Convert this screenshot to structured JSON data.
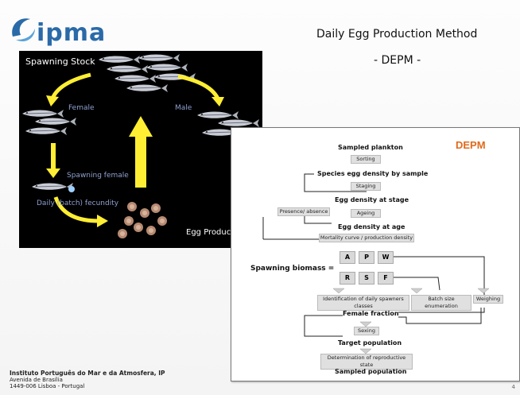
{
  "logo": {
    "text": "ipma"
  },
  "header": {
    "title": "Daily Egg Production Method",
    "subtitle": "- DEPM -"
  },
  "left_panel": {
    "spawning_stock": "Spawning Stock",
    "female": "Female",
    "male": "Male",
    "spawning_female": "Spawning female",
    "fecundity": "Daily (batch) fecundity",
    "egg_production": "Egg Production"
  },
  "right_panel": {
    "depm": "DEPM",
    "sampled_plankton": "Sampled plankton",
    "sorting": "Sorting",
    "species_egg_density": "Species egg density by sample",
    "staging": "Staging",
    "egg_density_stage": "Egg density at stage",
    "presence_absence": "Presence/ absence",
    "ageing": "Ageing",
    "egg_density_age": "Egg density at age",
    "mortality": "Mortality curve / production density",
    "spawning_biomass": "Spawning biomass  =",
    "letters_top": [
      "A",
      "P",
      "W"
    ],
    "letters_bottom": [
      "R",
      "S",
      "F"
    ],
    "identification": "Identification of daily spawners classes",
    "batch_size": "Batch size enumeration",
    "weighing": "Weighing",
    "female_fraction": "Female fraction",
    "sexing": "Sexing",
    "target_population": "Target population",
    "determination": "Determination of reproductive state",
    "sampled_population": "Sampled population"
  },
  "footer": {
    "institute": "Instituto Português do Mar e da Atmosfera, IP",
    "address1": "Avenida de Brasília",
    "address2": "1449-006 Lisboa - Portugal"
  },
  "page_number": "4"
}
